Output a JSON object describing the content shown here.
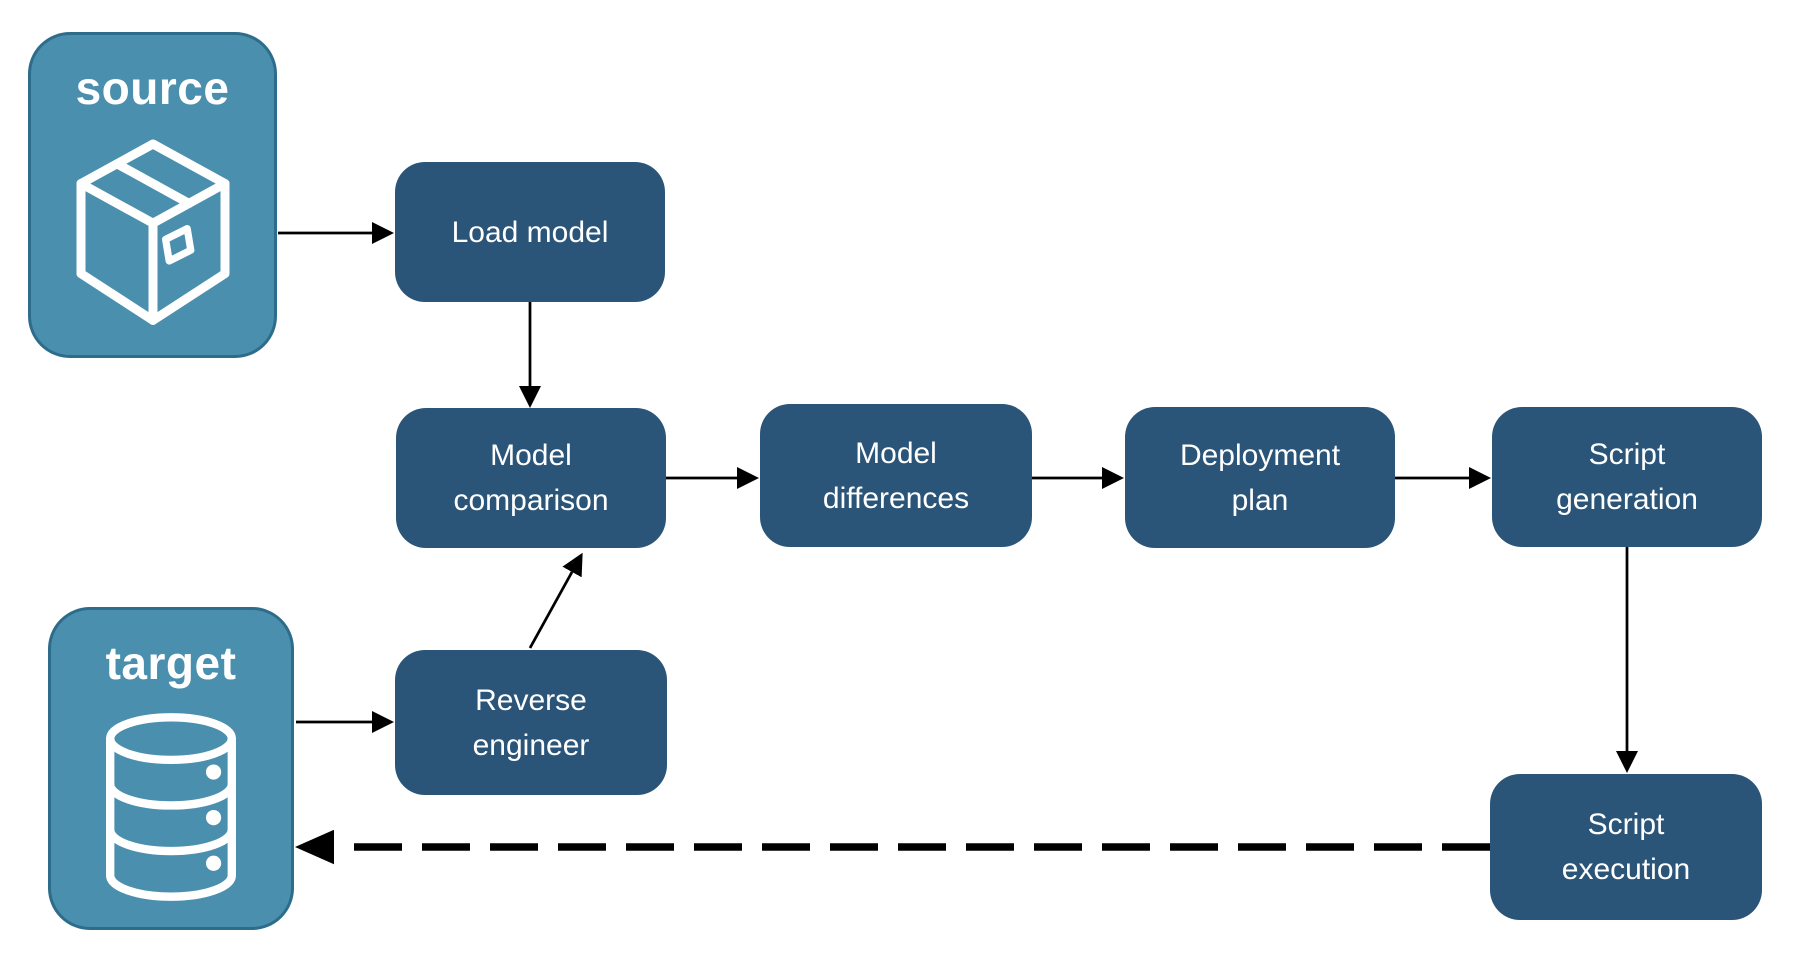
{
  "diagram": {
    "type": "flowchart",
    "background": "#FFFFFF"
  },
  "colors": {
    "process_fill": "#2B5578",
    "entity_fill": "#4A8FAD",
    "entity_border": "#2D6D8B",
    "label_text": "#FFFFFF",
    "arrow": "#000000"
  },
  "icons": {
    "source": "package-icon",
    "target": "database-icon"
  },
  "nodes": {
    "source": {
      "label": "source",
      "kind": "entity"
    },
    "target": {
      "label": "target",
      "kind": "entity"
    },
    "load_model": {
      "label": "Load model",
      "kind": "process"
    },
    "model_comparison": {
      "label": "Model\ncomparison",
      "kind": "process"
    },
    "model_differences": {
      "label": "Model\ndifferences",
      "kind": "process"
    },
    "deployment_plan": {
      "label": "Deployment\nplan",
      "kind": "process"
    },
    "script_generation": {
      "label": "Script\ngeneration",
      "kind": "process"
    },
    "reverse_engineer": {
      "label": "Reverse\nengineer",
      "kind": "process"
    },
    "script_execution": {
      "label": "Script\nexecution",
      "kind": "process"
    }
  },
  "edges": [
    {
      "from": "source",
      "to": "load_model",
      "style": "solid"
    },
    {
      "from": "load_model",
      "to": "model_comparison",
      "style": "solid"
    },
    {
      "from": "model_comparison",
      "to": "model_differences",
      "style": "solid"
    },
    {
      "from": "model_differences",
      "to": "deployment_plan",
      "style": "solid"
    },
    {
      "from": "deployment_plan",
      "to": "script_generation",
      "style": "solid"
    },
    {
      "from": "script_generation",
      "to": "script_execution",
      "style": "solid"
    },
    {
      "from": "target",
      "to": "reverse_engineer",
      "style": "solid"
    },
    {
      "from": "reverse_engineer",
      "to": "model_comparison",
      "style": "solid"
    },
    {
      "from": "script_execution",
      "to": "target",
      "style": "dashed"
    }
  ]
}
